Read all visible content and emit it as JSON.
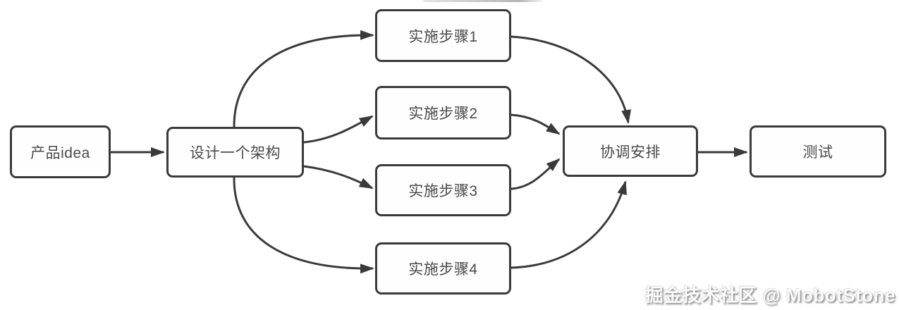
{
  "diagram": {
    "type": "flowchart",
    "nodes": [
      {
        "id": "product-idea",
        "label": "产品idea"
      },
      {
        "id": "design-architecture",
        "label": "设计一个架构"
      },
      {
        "id": "step-1",
        "label": "实施步骤1"
      },
      {
        "id": "step-2",
        "label": "实施步骤2"
      },
      {
        "id": "step-3",
        "label": "实施步骤3"
      },
      {
        "id": "step-4",
        "label": "实施步骤4"
      },
      {
        "id": "coordinate",
        "label": "协调安排"
      },
      {
        "id": "test",
        "label": "测试"
      }
    ],
    "edges": [
      {
        "from": "product-idea",
        "to": "design-architecture"
      },
      {
        "from": "design-architecture",
        "to": "step-1"
      },
      {
        "from": "design-architecture",
        "to": "step-2"
      },
      {
        "from": "design-architecture",
        "to": "step-3"
      },
      {
        "from": "design-architecture",
        "to": "step-4"
      },
      {
        "from": "step-1",
        "to": "coordinate"
      },
      {
        "from": "step-2",
        "to": "coordinate"
      },
      {
        "from": "step-3",
        "to": "coordinate"
      },
      {
        "from": "step-4",
        "to": "coordinate"
      },
      {
        "from": "coordinate",
        "to": "test"
      }
    ],
    "colors": {
      "stroke": "#3a3a3a",
      "node_fill": "#fefefe",
      "text": "#4a4a4a",
      "background": "#ffffff"
    }
  },
  "watermark": {
    "text": "掘金技术社区 @ MobotStone"
  }
}
